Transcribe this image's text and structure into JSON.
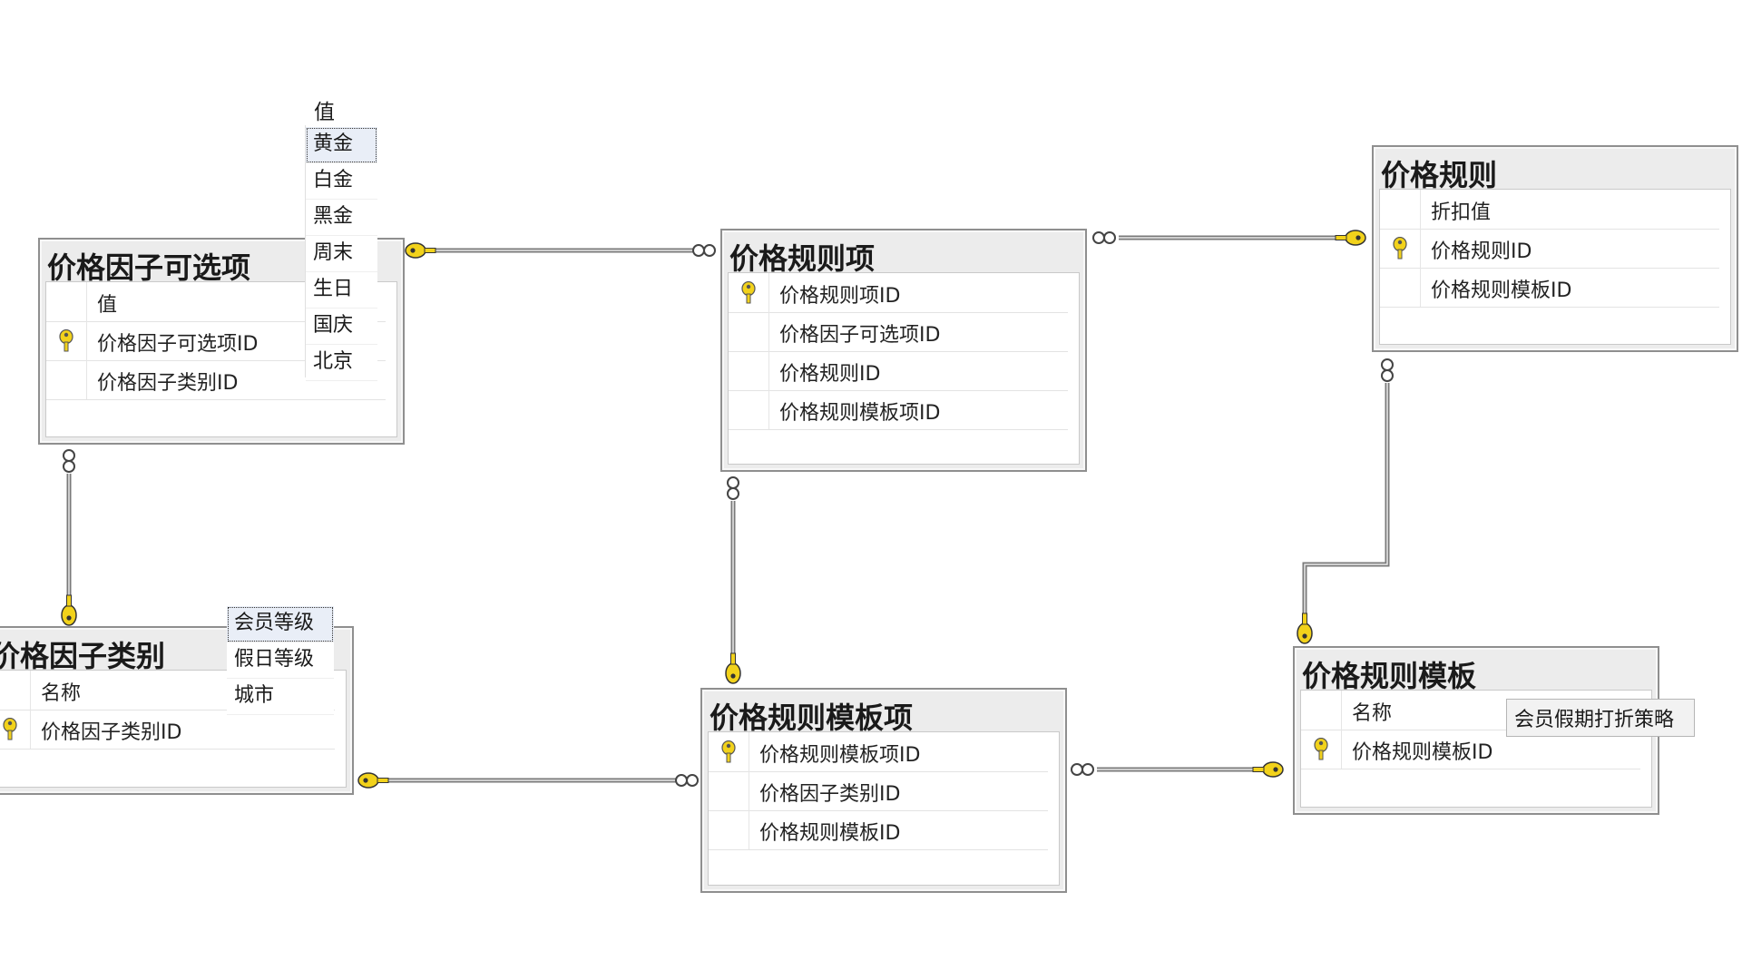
{
  "tables": {
    "optional_item": {
      "title": "价格因子可选项",
      "columns": [
        {
          "name": "值",
          "key": false
        },
        {
          "name": "价格因子可选项ID",
          "key": true
        },
        {
          "name": "价格因子类别ID",
          "key": false
        }
      ]
    },
    "factor_category": {
      "title": "价格因子类别",
      "columns": [
        {
          "name": "名称",
          "key": false
        },
        {
          "name": "价格因子类别ID",
          "key": true
        }
      ]
    },
    "rule_item": {
      "title": "价格规则项",
      "columns": [
        {
          "name": "价格规则项ID",
          "key": true
        },
        {
          "name": "价格因子可选项ID",
          "key": false
        },
        {
          "name": "价格规则ID",
          "key": false
        },
        {
          "name": "价格规则模板项ID",
          "key": false
        }
      ]
    },
    "template_item": {
      "title": "价格规则模板项",
      "columns": [
        {
          "name": "价格规则模板项ID",
          "key": true
        },
        {
          "name": "价格因子类别ID",
          "key": false
        },
        {
          "name": "价格规则模板ID",
          "key": false
        }
      ]
    },
    "rule": {
      "title": "价格规则",
      "columns": [
        {
          "name": "折扣值",
          "key": false
        },
        {
          "name": "价格规则ID",
          "key": true
        },
        {
          "name": "价格规则模板ID",
          "key": false
        }
      ]
    },
    "template": {
      "title": "价格规则模板",
      "columns": [
        {
          "name": "名称",
          "key": false
        },
        {
          "name": "价格规则模板ID",
          "key": true
        }
      ]
    }
  },
  "overlays": {
    "value_list": {
      "header": "值",
      "options": [
        "黄金",
        "白金",
        "黑金",
        "周末",
        "生日",
        "国庆",
        "北京"
      ],
      "selected": "黄金"
    },
    "category_names": {
      "options": [
        "会员等级",
        "假日等级",
        "城市"
      ],
      "selected": "会员等级"
    },
    "template_name": {
      "value": "会员假期打折策略"
    }
  },
  "colors": {
    "key_icon": "#f2d21b",
    "connector": "#7a7a7a",
    "table_border": "#8f8f8f"
  }
}
